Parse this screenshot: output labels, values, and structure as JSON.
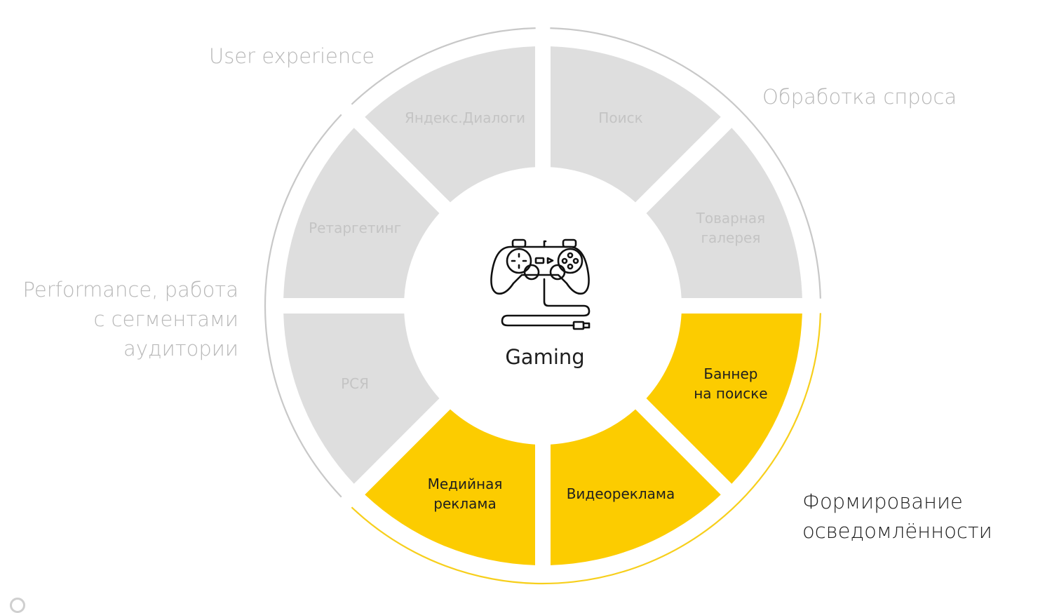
{
  "colors": {
    "gray_segment": "#dedede",
    "yellow_segment": "#fccc00",
    "gray_text": "#c4c4c4",
    "dark_text": "#1f1f1f",
    "gray_ring": "#c8c8c8",
    "yellow_ring": "#f7cf1c",
    "external_gray": "#b8b8b8",
    "external_dark": "#1f1f1f"
  },
  "center": {
    "label": "Gaming",
    "icon": "gamepad-icon"
  },
  "segments": [
    {
      "id": "dialogs",
      "label": "Яндекс.Диалоги",
      "highlight": false
    },
    {
      "id": "search",
      "label": "Поиск",
      "highlight": false
    },
    {
      "id": "product-gallery",
      "label": "Товарная\nгалерея",
      "highlight": false
    },
    {
      "id": "search-banner",
      "label": "Баннер\nна поиске",
      "highlight": true
    },
    {
      "id": "video-ads",
      "label": "Видеореклама",
      "highlight": true
    },
    {
      "id": "media-ads",
      "label": "Медийная\nреклама",
      "highlight": true
    },
    {
      "id": "rsya",
      "label": "РСЯ",
      "highlight": false
    },
    {
      "id": "retargeting",
      "label": "Ретаргетинг",
      "highlight": false
    }
  ],
  "groups": {
    "user_experience": "User experience",
    "demand": "Обработка спроса",
    "performance": "Performance, работа\nс сегментами\nаудитории",
    "awareness": "Формирование\nосведомлённости"
  }
}
